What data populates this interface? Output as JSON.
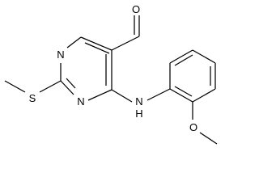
{
  "molecule": {
    "atoms": {
      "aldehyde_oxygen": "O",
      "ring_nitrogen_top": "N",
      "ring_nitrogen_bottom": "N",
      "thioether_sulfur": "S",
      "amine_nitrogen": "N",
      "amine_hydrogen": "H",
      "methoxy_oxygen": "O"
    }
  }
}
